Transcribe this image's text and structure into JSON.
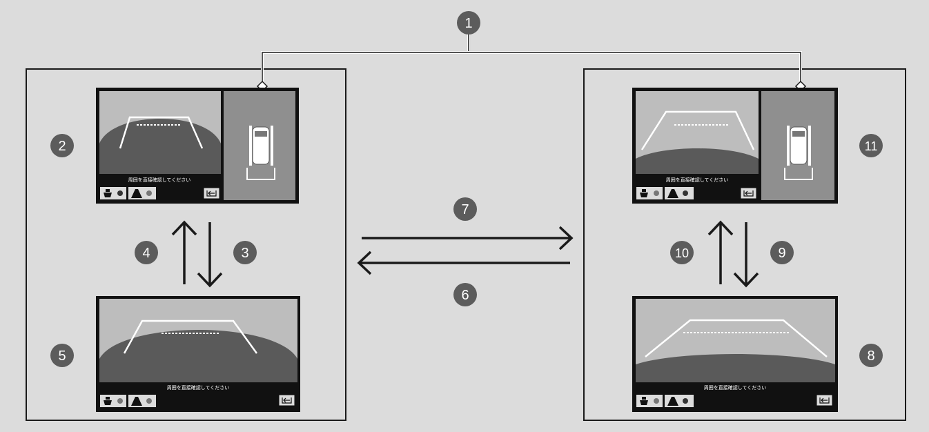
{
  "screen_caption": "周囲を直接確認してください",
  "callouts": {
    "c1": "1",
    "c2": "2",
    "c3": "3",
    "c4": "4",
    "c5": "5",
    "c6": "6",
    "c7": "7",
    "c8": "8",
    "c9": "9",
    "c10": "10",
    "c11": "11"
  },
  "colors": {
    "background": "#dcdcdc",
    "frame": "#1a1a1a",
    "screen_bg": "#111111",
    "camera_sky": "#bdbdbd",
    "camera_ground": "#5a5a5a",
    "callout_fill": "#5c5c5c",
    "topview_bg": "#8f8f8f"
  },
  "icons": [
    "front-sensor-icon",
    "rear-sensor-icon",
    "exit-view-icon",
    "car-top-view-icon"
  ]
}
